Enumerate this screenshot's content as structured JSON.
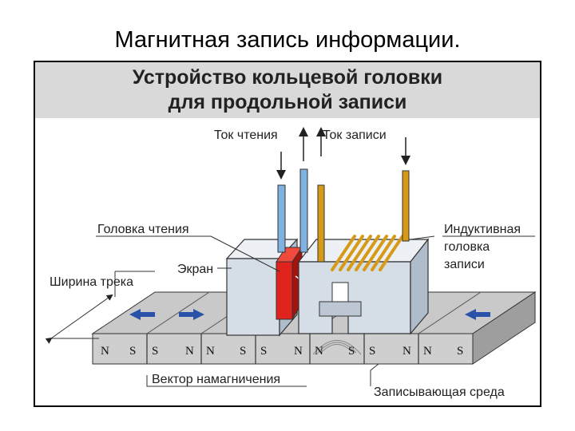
{
  "slide": {
    "title": "Магнитная запись информации."
  },
  "figure": {
    "title_line1": "Устройство кольцевой головки",
    "title_line2": "для продольной записи",
    "labels": {
      "read_current": "Ток чтения",
      "write_current": "Ток записи",
      "read_head": "Головка чтения",
      "shield": "Экран",
      "track_width": "Ширина трека",
      "inductive_line1": "Индуктивная",
      "inductive_line2": "головка",
      "inductive_line3": "записи",
      "magnetization_vector": "Вектор намагничения",
      "recording_medium": "Записывающая среда"
    },
    "poles": [
      "N",
      "S",
      "S",
      "N",
      "N",
      "S",
      "S",
      "N",
      "N",
      "S",
      "S",
      "N",
      "N",
      "S"
    ]
  },
  "colors": {
    "header_bg": "#d9d9d9",
    "block_face": "#d5dde6",
    "block_top": "#edf1f5",
    "read_element": "#e0231c",
    "lead_blue": "#7fb2e0",
    "lead_gold": "#d69a17",
    "arrow_blue": "#2a52a8"
  }
}
